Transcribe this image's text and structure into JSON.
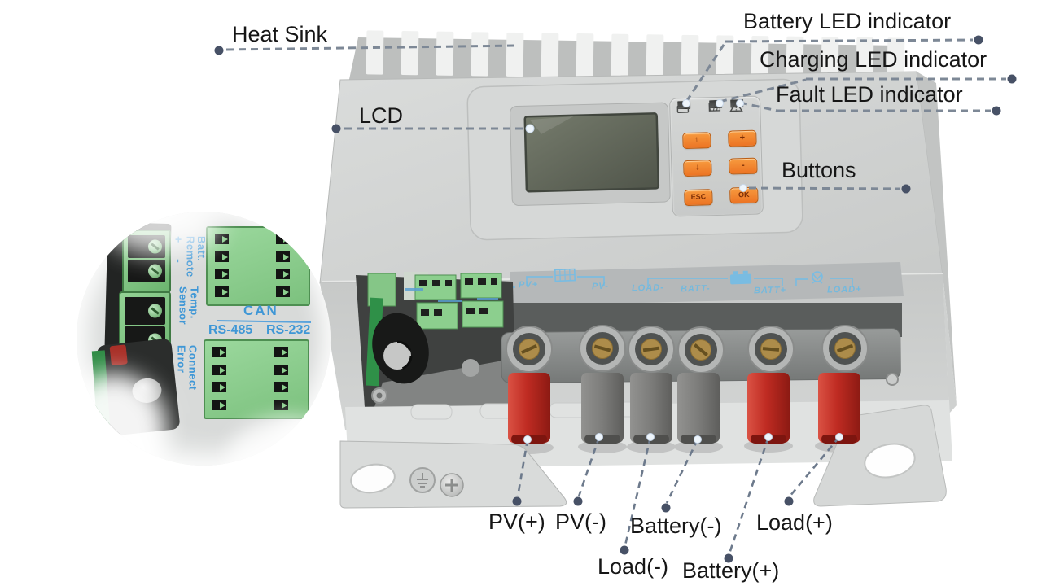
{
  "colors": {
    "background": "#ffffff",
    "device_body": "#d2d4d3",
    "front_face": "#cbcdcc",
    "silkscreen_blue": "#74b9dd",
    "inset_label_blue": "#3f97d6",
    "button_orange": "#f08033",
    "terminal_red": "#bf2b22",
    "terminal_gray": "#7c7c7a",
    "leader_line": "#7d8896",
    "leader_dot": "#475166",
    "label_text": "#161616"
  },
  "callouts": {
    "heat_sink": {
      "label": "Heat Sink"
    },
    "lcd": {
      "label": "LCD"
    },
    "battery_led": {
      "label": "Battery LED indicator"
    },
    "charging_led": {
      "label": "Charging LED indicator"
    },
    "fault_led": {
      "label": "Fault LED indicator"
    },
    "buttons": {
      "label": "Buttons"
    }
  },
  "terminal_callouts": [
    {
      "id": "pv-plus",
      "label": "PV(+)"
    },
    {
      "id": "pv-minus",
      "label": "PV(-)"
    },
    {
      "id": "battery-minus",
      "label": "Battery(-)"
    },
    {
      "id": "load-plus",
      "label": "Load(+)"
    },
    {
      "id": "load-minus",
      "label": "Load(-)"
    },
    {
      "id": "battery-plus",
      "label": "Battery(+)"
    }
  ],
  "silkscreen_labels": [
    {
      "text": "PV+"
    },
    {
      "text": "PV-"
    },
    {
      "text": "LOAD-"
    },
    {
      "text": "BATT-"
    },
    {
      "text": "BATT+"
    },
    {
      "text": "LOAD+"
    }
  ],
  "keypad": {
    "leds": [
      {
        "icon": "battery-icon"
      },
      {
        "icon": "charging-icon"
      },
      {
        "icon": "warning-icon"
      }
    ],
    "buttons": [
      {
        "label": "↑"
      },
      {
        "label": "+"
      },
      {
        "label": "↓"
      },
      {
        "label": "-"
      },
      {
        "label": "ESC"
      },
      {
        "label": "OK"
      }
    ]
  },
  "inset": {
    "batt_remote": {
      "line1": "Batt.",
      "line2": "Remote",
      "polarity": "+ -"
    },
    "temp_sensor": {
      "line1": "Temp.",
      "line2": "Sensor"
    },
    "connect_error": {
      "line1": "Connect",
      "line2": "Error"
    },
    "can": "CAN",
    "rs485": "RS-485",
    "rs232": "RS-232"
  }
}
